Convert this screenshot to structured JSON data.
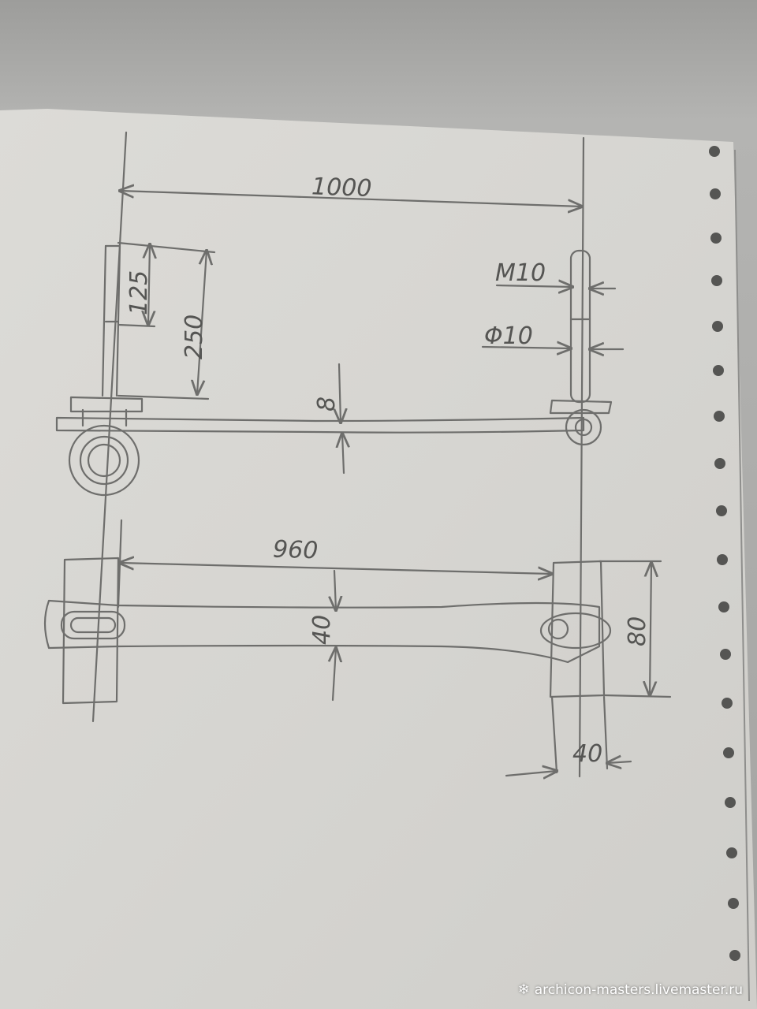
{
  "dimensions": {
    "top_width": "1000",
    "rod_short": "125",
    "rod_long": "250",
    "thread": "M10",
    "diameter": "Φ10",
    "bar_thickness": "8",
    "bottom_width": "960",
    "bar_height": "40",
    "block_height": "80",
    "block_width": "40"
  },
  "watermark": {
    "icon": "snowflake-icon",
    "text": "archicon-masters.livemaster.ru"
  },
  "colors": {
    "pencil": "#6e6e6c",
    "paper": "#d8d7d3"
  }
}
